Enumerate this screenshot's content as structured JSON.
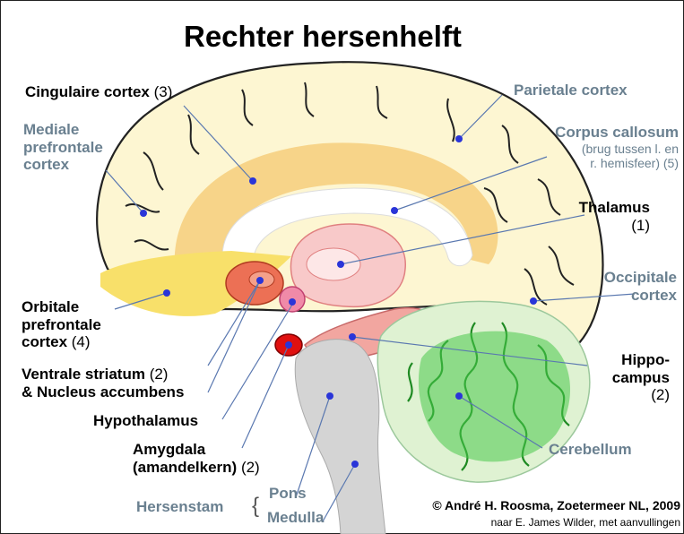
{
  "title": "Rechter hersenhelft",
  "labels": {
    "cingulate": "Cingulaire cortex",
    "cingulate_num": "(3)",
    "parietal": "Parietale cortex",
    "mpfc": [
      "Mediale",
      "prefrontale",
      "cortex"
    ],
    "cc_title": "Corpus callosum",
    "cc_sub": [
      "(brug tussen l. en",
      "r. hemisfeer) (5)"
    ],
    "thalamus": "Thalamus",
    "thalamus_num": "(1)",
    "occipital": [
      "Occipitale",
      "cortex"
    ],
    "ofc": [
      "Orbitale",
      "prefrontale",
      "cortex"
    ],
    "ofc_num": "(4)",
    "vs_line1": "Ventrale striatum",
    "vs_num": "(2)",
    "vs_line2": "& Nucleus accumbens",
    "hypothalamus": "Hypothalamus",
    "amygdala1": "Amygdala",
    "amygdala2": "(amandelkern)",
    "amygdala_num": "(2)",
    "hippo": [
      "Hippo-",
      "campus"
    ],
    "hippo_num": "(2)",
    "cerebellum": "Cerebellum",
    "brainstem": "Hersenstam",
    "brace": "{",
    "pons": "Pons",
    "medulla": "Medulla"
  },
  "credit": {
    "line1": "© André H. Roosma, Zoetermeer NL, 2009",
    "line2": "naar E. James Wilder, met aanvullingen"
  },
  "colors": {
    "cortex": "#fdf6d2",
    "cortex_outline": "#222222",
    "cingulate": "#f7d489",
    "orbitofrontal": "#f8e06a",
    "corpus_callosum": "#ffffff",
    "thalamus": "#f8c9c9",
    "striatum": "#ec7055",
    "hypothalamus": "#f08aa8",
    "amygdala": "#e01010",
    "hippocampus": "#f2a6a0",
    "cerebellum": "#dff2d2",
    "cerebellum_folia": "#49c94a",
    "brainstem": "#d4d4d4",
    "dot": "#2a35d8",
    "leader": "#5a78b0"
  }
}
